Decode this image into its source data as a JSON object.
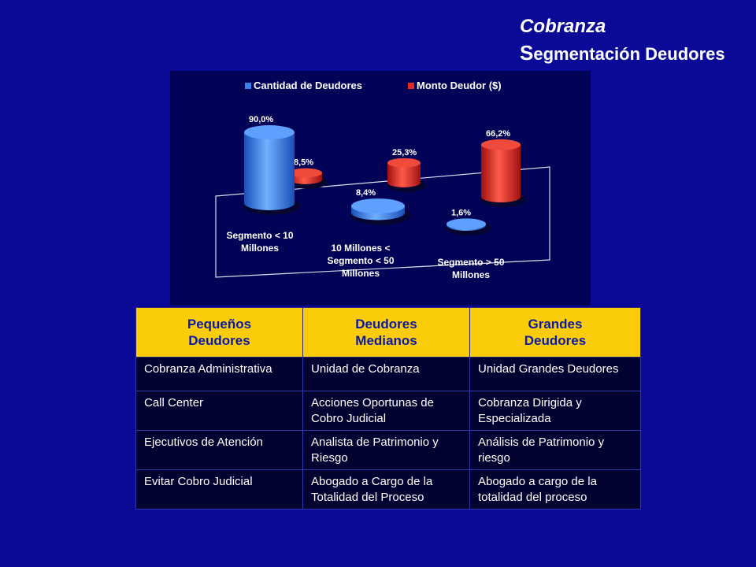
{
  "slide": {
    "title_line1": "Cobranza",
    "title_line2_initial": "S",
    "title_line2_rest": "egmentación Deudores"
  },
  "chart_data": {
    "type": "bar",
    "categories": [
      "Segmento < 10 Millones",
      "10 Millones < Segmento < 50 Millones",
      "Segmento > 50 Millones"
    ],
    "series": [
      {
        "name": "Cantidad de Deudores",
        "values": [
          90.0,
          8.4,
          1.6
        ],
        "labels": [
          "90,0%",
          "8,4%",
          "1,6%"
        ],
        "color": "#3a82e8"
      },
      {
        "name": "Monto Deudor ($)",
        "values": [
          8.5,
          25.3,
          66.2
        ],
        "labels": [
          "8,5%",
          "25,3%",
          "66,2%"
        ],
        "color": "#e02a2a"
      }
    ],
    "ylim": [
      0,
      100
    ],
    "legend": "top",
    "style": "3d-cylinder"
  },
  "table": {
    "headers": [
      "Pequeños\nDeudores",
      "Deudores\nMedianos",
      "Grandes\nDeudores"
    ],
    "rows": [
      [
        "Cobranza Administrativa",
        "Unidad de Cobranza",
        "Unidad Grandes Deudores"
      ],
      [
        "Call Center",
        "Acciones Oportunas de Cobro Judicial",
        "Cobranza Dirigida y Especializada"
      ],
      [
        "Ejecutivos de Atención",
        "Analista de Patrimonio y Riesgo",
        "Análisis de Patrimonio y riesgo"
      ],
      [
        "Evitar Cobro Judicial",
        "Abogado a Cargo de la Totalidad del Proceso",
        "Abogado a cargo de la totalidad del proceso"
      ]
    ],
    "colors": {
      "header_bg": "#fbcc0a",
      "header_text": "#0b1aa0",
      "cell_bg": "#020230",
      "border": "#2f3aa8"
    }
  }
}
